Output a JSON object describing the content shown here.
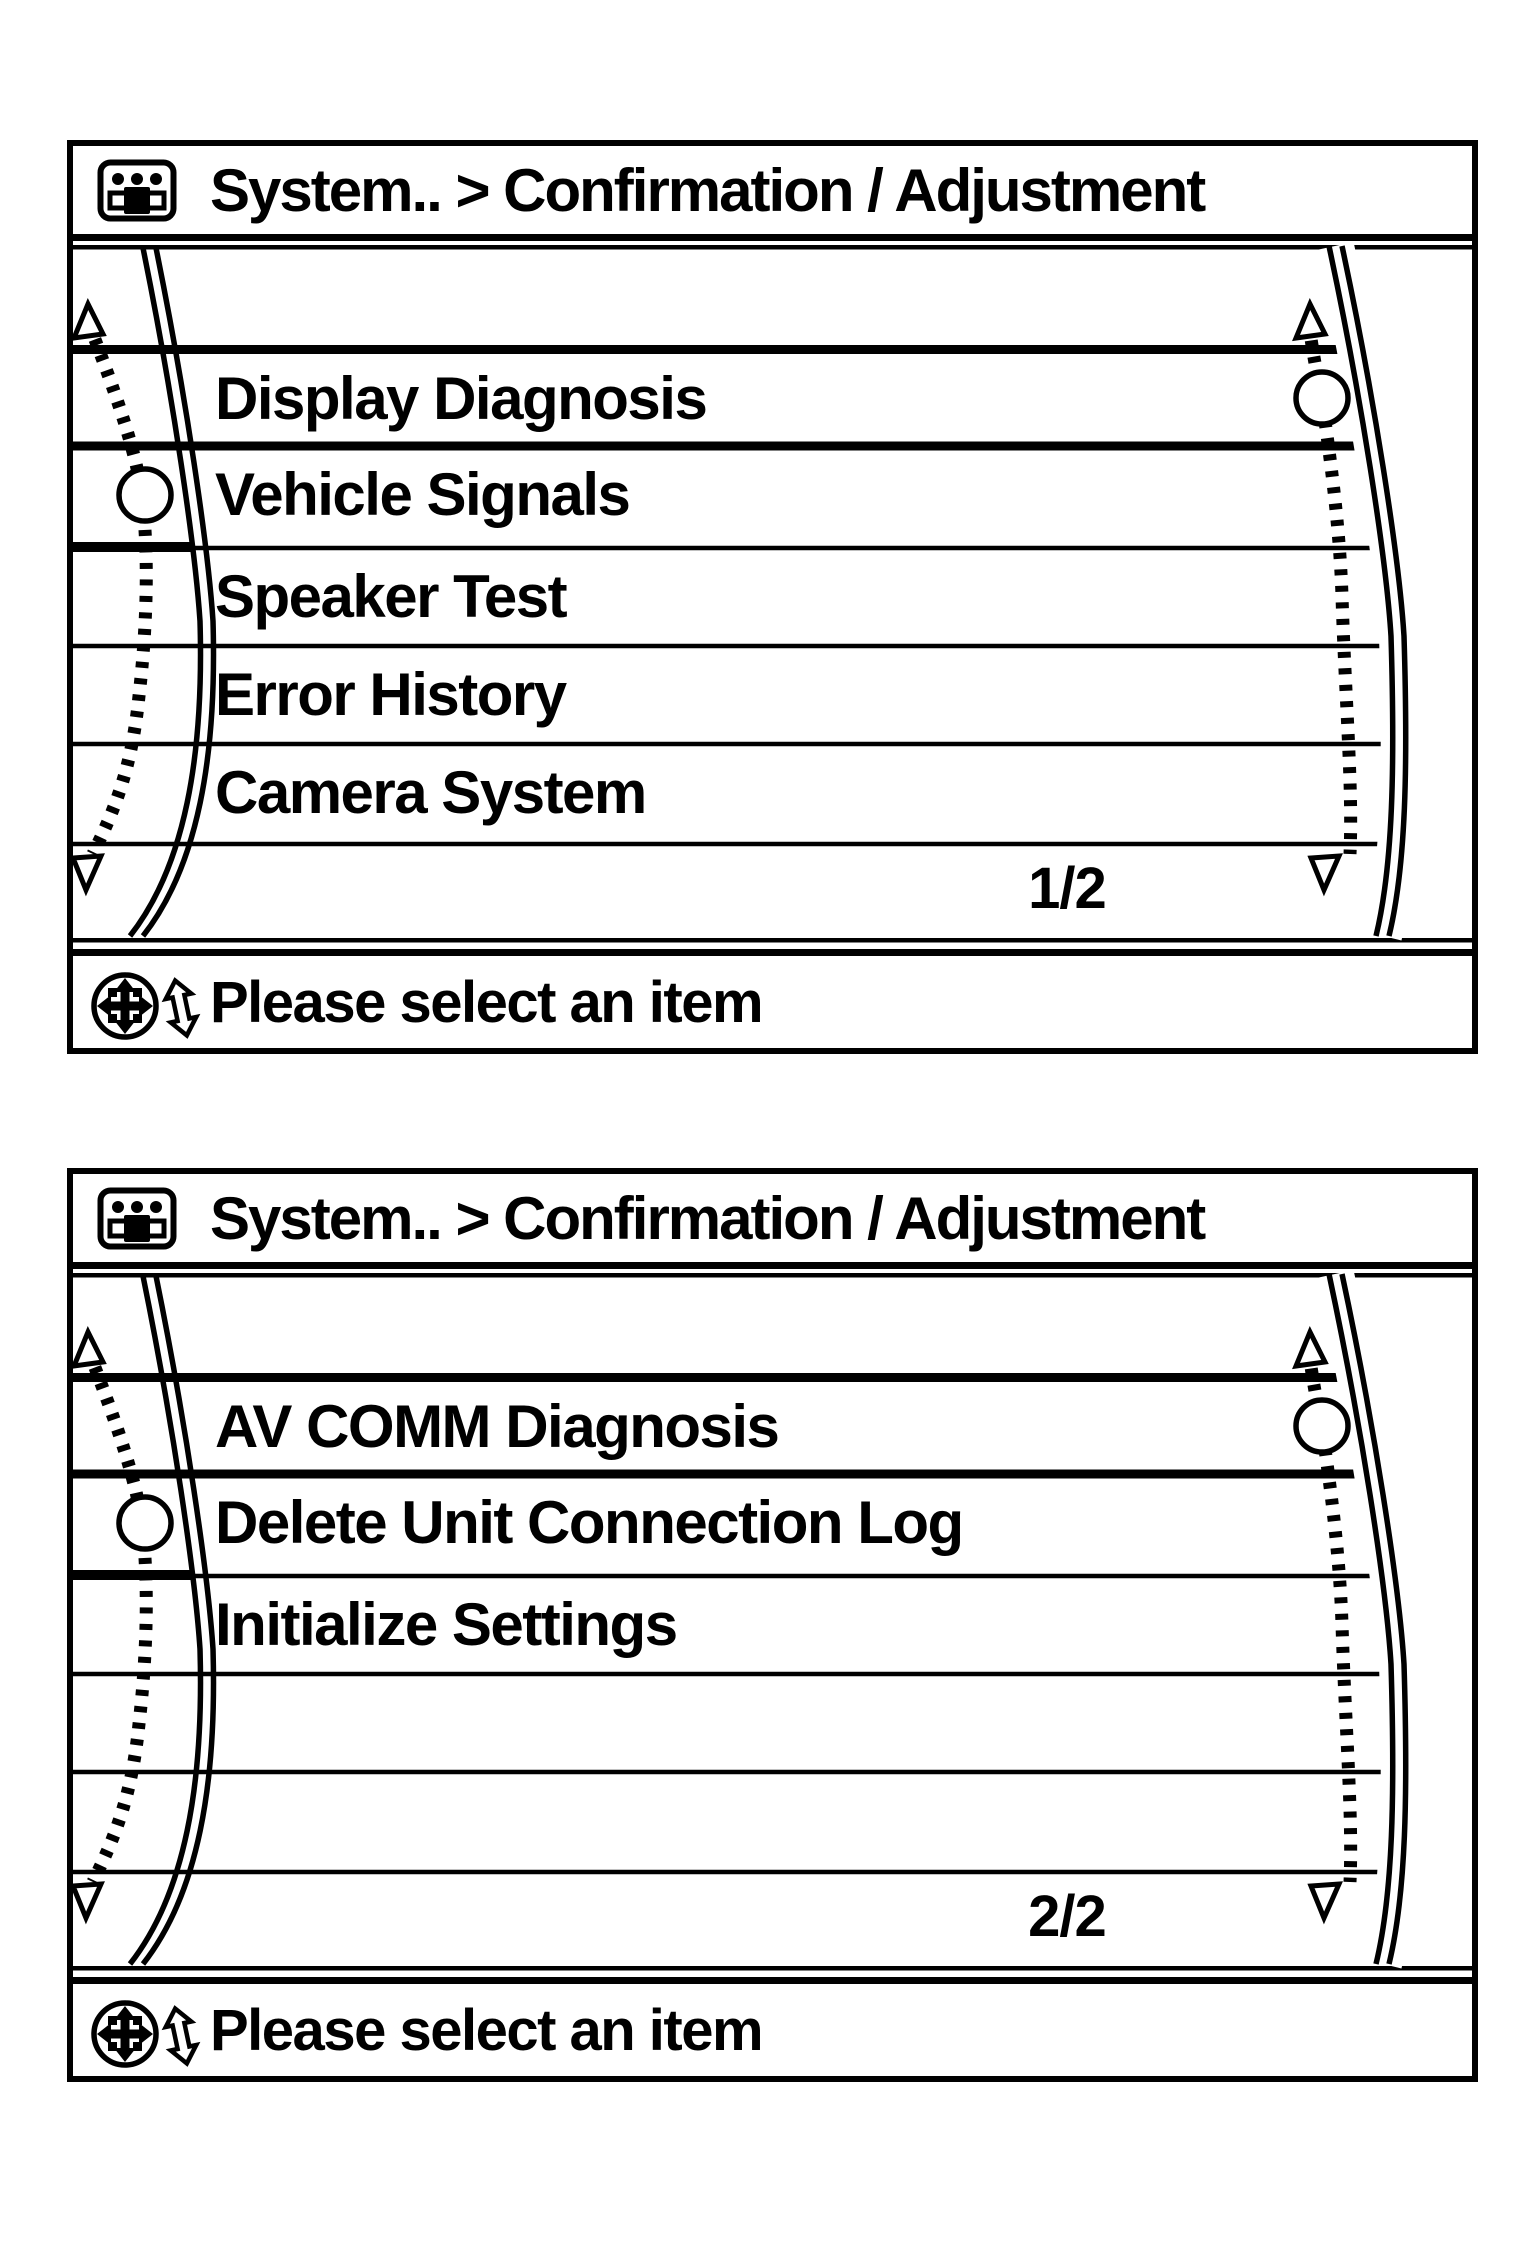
{
  "colors": {
    "foreground": "#000000",
    "background": "#ffffff"
  },
  "panels": [
    {
      "title": "System.. > Confirmation / Adjustment",
      "title_icon": "adjustment-sliders-icon",
      "items": [
        "Display Diagnosis",
        "Vehicle Signals",
        "Speaker Test",
        "Error History",
        "Camera System"
      ],
      "selected_index": 0,
      "page_indicator": "1/2",
      "status_text": "Please select an item",
      "status_icons": [
        "joystick-4way-icon",
        "updown-arrow-icon"
      ],
      "scroll_icons": [
        "scroll-up-arrow",
        "scroll-down-arrow"
      ]
    },
    {
      "title": "System.. > Confirmation / Adjustment",
      "title_icon": "adjustment-sliders-icon",
      "items": [
        "AV COMM Diagnosis",
        "Delete Unit Connection Log",
        "Initialize Settings",
        "",
        ""
      ],
      "selected_index": 0,
      "page_indicator": "2/2",
      "status_text": "Please select an item",
      "status_icons": [
        "joystick-4way-icon",
        "updown-arrow-icon"
      ],
      "scroll_icons": [
        "scroll-up-arrow",
        "scroll-down-arrow"
      ]
    }
  ]
}
